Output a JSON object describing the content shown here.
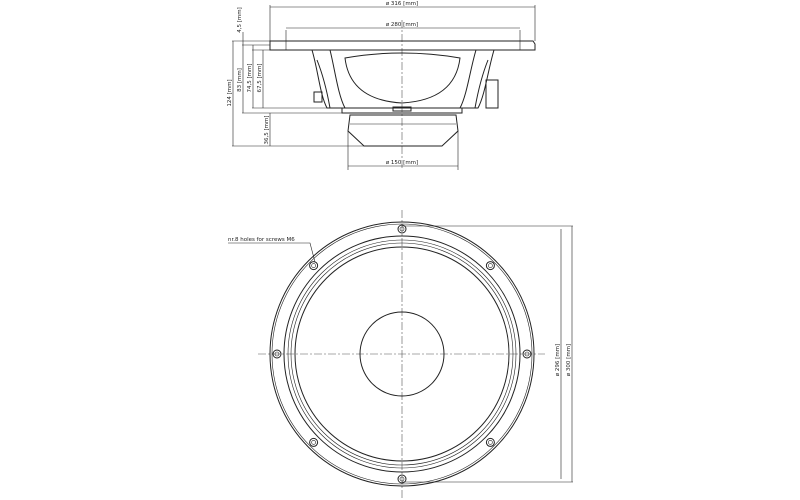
{
  "side_view": {
    "dim_outer_diameter": "ø 316 [mm]",
    "dim_cone_diameter": "ø 280 [mm]",
    "dim_flange_thickness": "4,5 [mm]",
    "dim_total_depth": "124 [mm]",
    "dim_frame_depth": "83 [mm]",
    "dim_depth_2": "74,5 [mm]",
    "dim_depth_3": "67,5 [mm]",
    "dim_magnet_depth": "36,5 [mm]",
    "dim_magnet_diameter": "ø 150 [mm]"
  },
  "front_view": {
    "holes_note": "nr.8 holes for screws M6",
    "dim_bolt_circle": "ø 296 [mm]",
    "dim_outer_diameter": "ø 300 [mm]"
  }
}
